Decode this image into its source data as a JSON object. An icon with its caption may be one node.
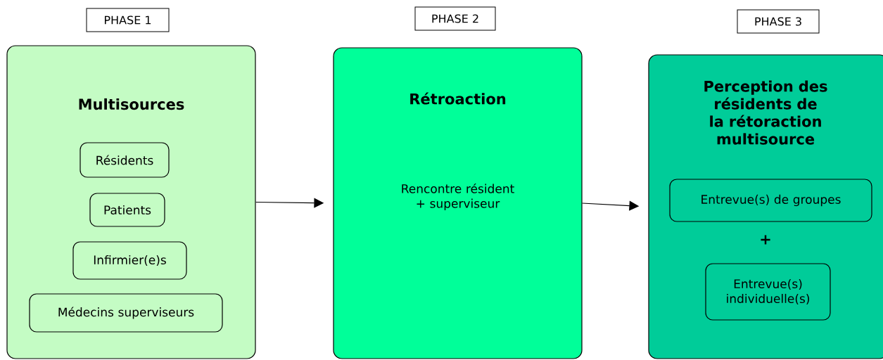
{
  "diagram": {
    "nodes": [
      {
        "text": [
          "PHASE 1"
        ]
      },
      {
        "text": [
          "Multisources"
        ]
      },
      {
        "text": [
          "Résidents"
        ],
        "in": 1
      },
      {
        "text": [
          "Patients"
        ],
        "in": 1
      },
      {
        "text": [
          "Infirmier(e)s"
        ],
        "in": 1
      },
      {
        "text": [
          "Médecins superviseurs"
        ],
        "in": 1
      },
      {
        "text": [
          "PHASE 2"
        ]
      },
      {
        "text": [
          "Rétroaction",
          "Rencontre résident + superviseur"
        ]
      },
      {
        "text": [
          "PHASE 3"
        ]
      },
      {
        "text": [
          "Perception des résidents de la rétoraction multisource",
          "+"
        ]
      },
      {
        "text": [
          "Entrevue(s) de groupes"
        ],
        "in": 9
      },
      {
        "text": [
          "Entrevue(s) individuelle(s)"
        ],
        "in": 9
      }
    ],
    "edges": [
      {
        "from": 1,
        "to": 7,
        "arrow": "to"
      },
      {
        "from": 7,
        "to": 9,
        "arrow": "to"
      }
    ]
  }
}
